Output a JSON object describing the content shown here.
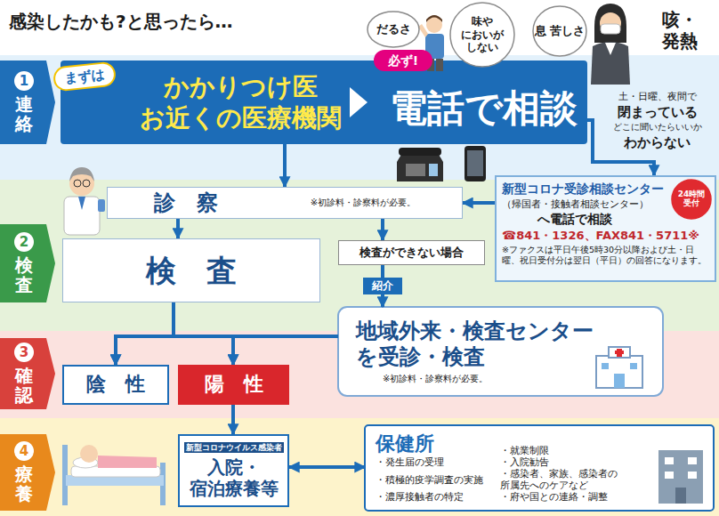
{
  "diagram": {
    "title": "感染したかも?と思ったら…",
    "nodes": [
      {
        "text": [
          "1",
          "連絡"
        ]
      },
      {
        "text": [
          "かかりつけ医 お近くの医療機関",
          "電話で相談"
        ]
      },
      {
        "text": [
          "まずは"
        ],
        "in": 1
      },
      {
        "text": [
          "必ず!"
        ],
        "in": 1
      },
      {
        "text": [
          "だるさ"
        ]
      },
      {
        "text": [
          "味や においが しない"
        ]
      },
      {
        "text": [
          "息 苦しさ"
        ]
      },
      {
        "text": [
          "診　察",
          "※初診料・診察料が必要。"
        ]
      },
      {
        "text": [
          "新型コロナ受診相談センター",
          "（帰国者・接触者相談センター）",
          "へ電話で相談",
          "☎841・1326、FAX841・5711※",
          "※ファクスは平日午後5時30分以降および土・日 曜、祝日受付分は翌日（平日）の回答になります。"
        ]
      },
      {
        "text": [
          "24時間 受付"
        ],
        "in": 8
      },
      {
        "text": [
          "2",
          "検査"
        ]
      },
      {
        "text": [
          "検　査"
        ]
      },
      {
        "text": [
          "検査ができない場合"
        ]
      },
      {
        "text": [
          "地域外来・検査センター を受診・検査",
          "※初診料・診察料が必要。"
        ]
      },
      {
        "text": [
          "3",
          "確認"
        ]
      },
      {
        "text": [
          "陰　性"
        ]
      },
      {
        "text": [
          "陽　性"
        ]
      },
      {
        "text": [
          "4",
          "療養"
        ]
      },
      {
        "text": [
          "新型コロナウイルス感染者",
          "入院・ 宿泊療養等"
        ]
      },
      {
        "text": [
          "保健所",
          "・発生届の受理",
          "・積極的疫学調査の実施",
          "・濃厚接触者の特定",
          "・就業制限",
          "・入院勧告",
          "・感染者、家族、感染者の 所属先へのケアなど",
          "・府や国との連絡・調整"
        ]
      }
    ],
    "edges": [
      {
        "from": 1,
        "to": 7,
        "arrow": "to"
      },
      {
        "from": 1,
        "to": 8,
        "arrow": "to"
      },
      {
        "from": 8,
        "to": 7,
        "arrow": "to"
      },
      {
        "from": 7,
        "to": 11,
        "arrow": "to"
      },
      {
        "from": 7,
        "to": 12,
        "arrow": "to"
      },
      {
        "from": 12,
        "to": 13,
        "label": "紹介",
        "arrow": "to"
      },
      {
        "from": 11,
        "to": 15,
        "arrow": "to"
      },
      {
        "from": 11,
        "to": 16,
        "arrow": "to"
      },
      {
        "from": 13,
        "to": 15,
        "arrow": "to"
      },
      {
        "from": 13,
        "to": 16,
        "arrow": "to"
      },
      {
        "from": 16,
        "to": 18,
        "arrow": "to"
      },
      {
        "from": 19,
        "to": 18,
        "arrow": "both"
      }
    ],
    "labels": [
      "咳・ 発熱",
      "土・日曜、夜間で",
      "閉まっている",
      "どこに聞いたらいいか",
      "わからない"
    ]
  }
}
